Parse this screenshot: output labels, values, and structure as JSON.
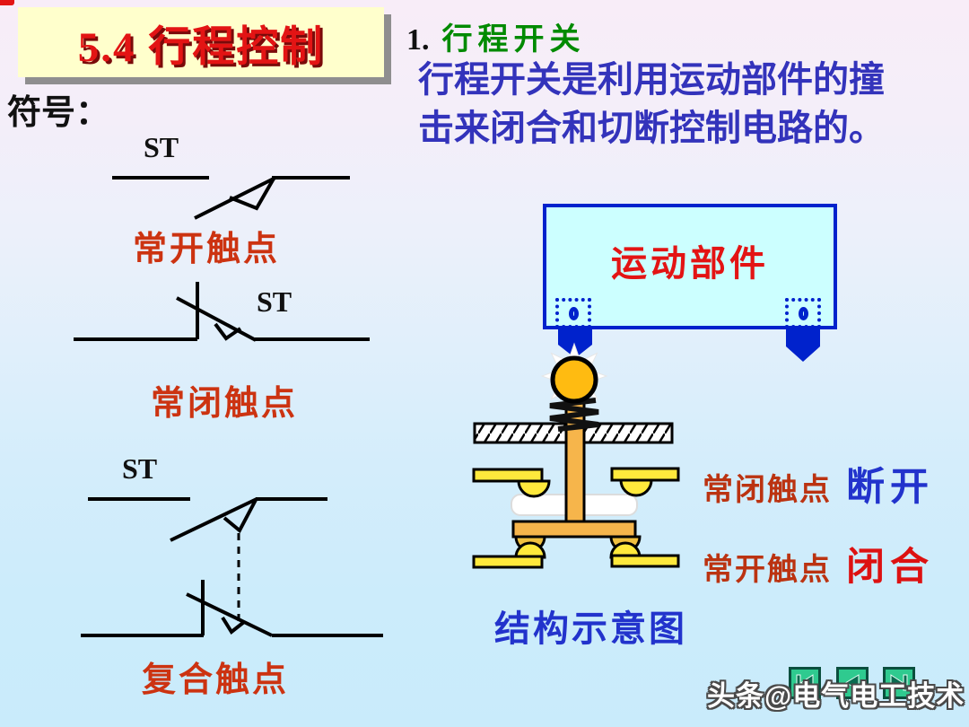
{
  "slide": {
    "title": "5.4  行程控制",
    "symbols_label": "符号：",
    "symbols": [
      {
        "ref": "ST",
        "caption": "常开触点"
      },
      {
        "ref": "ST",
        "caption": "常闭触点"
      },
      {
        "ref": "ST",
        "caption": "复合触点"
      }
    ],
    "section": {
      "number": "1.",
      "title": "行程开关"
    },
    "body": {
      "line1": "行程开关是利用运动部件的撞",
      "line2": "击来闭合和切断控制电路的。"
    },
    "diagram": {
      "moving_part_label": "运动部件",
      "nc_row": {
        "label": "常闭触点",
        "state": "断开"
      },
      "no_row": {
        "label": "常开触点",
        "state": "闭合"
      },
      "caption": "结构示意图"
    },
    "watermark": "头条@电气电工技术",
    "nav_buttons": [
      {
        "icon": "skip-to-start-icon"
      },
      {
        "icon": "previous-icon"
      },
      {
        "icon": "skip-to-end-icon"
      }
    ],
    "colors": {
      "background_top": "#f8edf8",
      "background_bottom": "#c9ebfb",
      "title_red": "#e31414",
      "title_box_bg": "#ffffcc",
      "section_green": "#008a00",
      "body_blue": "#3333bb",
      "caption_red": "#cc3311",
      "state_open_blue": "#2233cc",
      "state_closed_red": "#dd1111",
      "box_border_blue": "#0022cc",
      "box_fill_cyan": "#ccffff",
      "contact_yellow": "#ffe93c",
      "rod_orange": "#f6b54b",
      "ball_gold": "#ffbb11",
      "nav_green": "#2fca8f"
    }
  }
}
